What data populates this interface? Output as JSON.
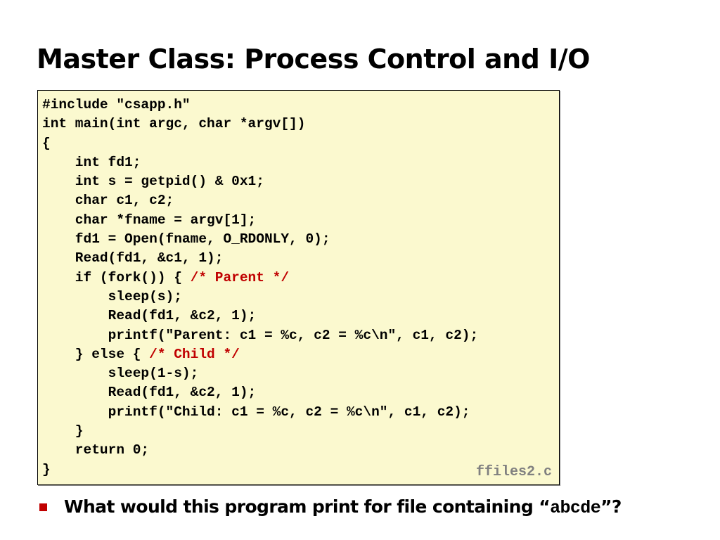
{
  "title": "Master Class: Process Control and I/O",
  "code_lines": [
    {
      "code": "#include \"csapp.h\"",
      "comment": ""
    },
    {
      "code": "int main(int argc, char *argv[])",
      "comment": ""
    },
    {
      "code": "{",
      "comment": ""
    },
    {
      "code": "    int fd1;",
      "comment": ""
    },
    {
      "code": "    int s = getpid() & 0x1;",
      "comment": ""
    },
    {
      "code": "    char c1, c2;",
      "comment": ""
    },
    {
      "code": "    char *fname = argv[1];",
      "comment": ""
    },
    {
      "code": "    fd1 = Open(fname, O_RDONLY, 0);",
      "comment": ""
    },
    {
      "code": "    Read(fd1, &c1, 1);",
      "comment": ""
    },
    {
      "code": "    if (fork()) { ",
      "comment": "/* Parent */"
    },
    {
      "code": "        sleep(s);",
      "comment": ""
    },
    {
      "code": "        Read(fd1, &c2, 1);",
      "comment": ""
    },
    {
      "code": "        printf(\"Parent: c1 = %c, c2 = %c\\n\", c1, c2);",
      "comment": ""
    },
    {
      "code": "    } else { ",
      "comment": "/* Child */"
    },
    {
      "code": "        sleep(1-s);",
      "comment": ""
    },
    {
      "code": "        Read(fd1, &c2, 1);",
      "comment": ""
    },
    {
      "code": "        printf(\"Child: c1 = %c, c2 = %c\\n\", c1, c2);",
      "comment": ""
    },
    {
      "code": "    }",
      "comment": ""
    },
    {
      "code": "    return 0;",
      "comment": ""
    },
    {
      "code": "}",
      "comment": ""
    }
  ],
  "file_label": "ffiles2.c",
  "bullet": {
    "text_before": "What would this program print for file containing “",
    "code": "abcde",
    "text_after": "”?"
  },
  "colors": {
    "code_background": "#fbf9cf",
    "comment": "#c00000",
    "bullet_marker": "#c00000",
    "file_label": "#808080"
  }
}
